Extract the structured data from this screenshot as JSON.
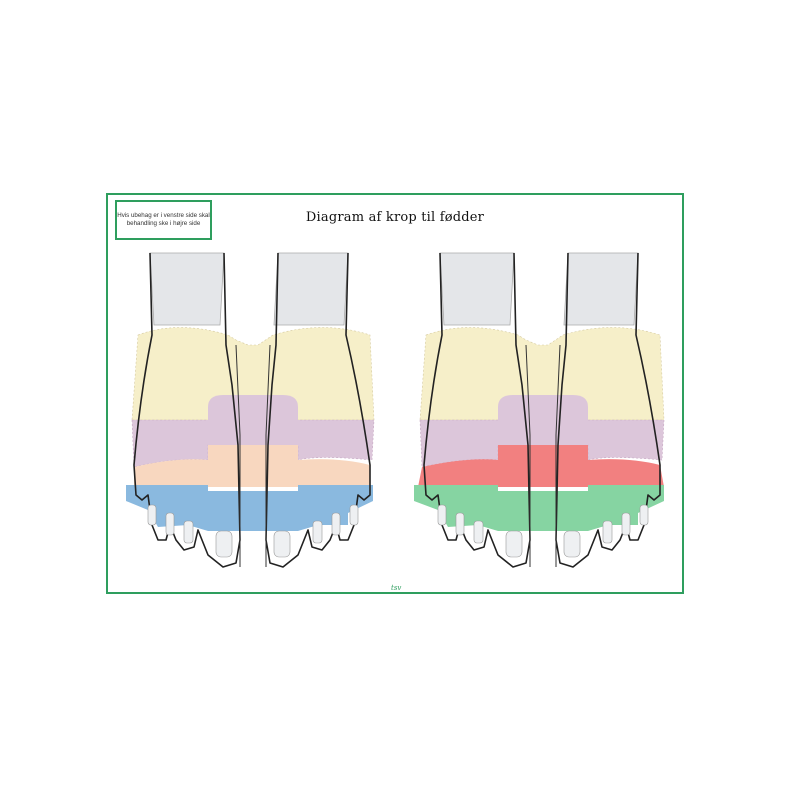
{
  "title": "Diagram af krop til fødder",
  "note": {
    "line1": "Hvis ubehag er i venstre side skal",
    "line2": "behandling ske i højre side"
  },
  "signature": "tsv",
  "colors": {
    "frame": "#2e9e5e",
    "yellow": "#f6efc9",
    "purple": "#ddc8dc",
    "peach": "#f8d7bf",
    "blue": "#7fb2dc",
    "red": "#f27f7f",
    "green": "#7fcf9c",
    "bone": "#e7e9ec"
  }
}
